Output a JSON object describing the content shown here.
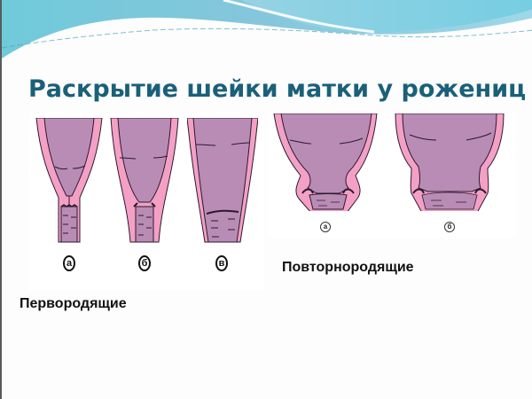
{
  "slide": {
    "title": "Раскрытие шейки матки у рожениц",
    "colors": {
      "title": "#1a6079",
      "wall_pink": "#f4a0c4",
      "cavity_purple": "#b98cb5",
      "outline": "#2a1a30",
      "wave_dark": "#72c2d8",
      "wave_light": "#a8dcea"
    },
    "groups": [
      {
        "caption": "Первородящие",
        "figures": [
          {
            "label": "а",
            "stage": "closed"
          },
          {
            "label": "б",
            "stage": "partial"
          },
          {
            "label": "в",
            "stage": "open"
          }
        ]
      },
      {
        "caption": "Повторнородящие",
        "figures": [
          {
            "label": "а",
            "stage": "partial"
          },
          {
            "label": "б",
            "stage": "open"
          }
        ]
      }
    ]
  }
}
